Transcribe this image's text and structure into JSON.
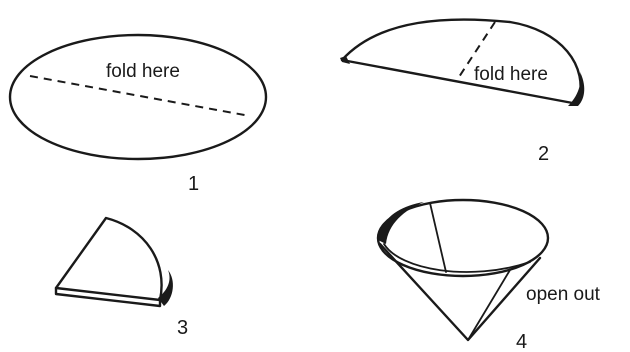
{
  "labels": {
    "step1_note": "fold here",
    "step2_note": "fold here",
    "step4_note": "open out",
    "step1_number": "1",
    "step2_number": "2",
    "step3_number": "3",
    "step4_number": "4"
  }
}
